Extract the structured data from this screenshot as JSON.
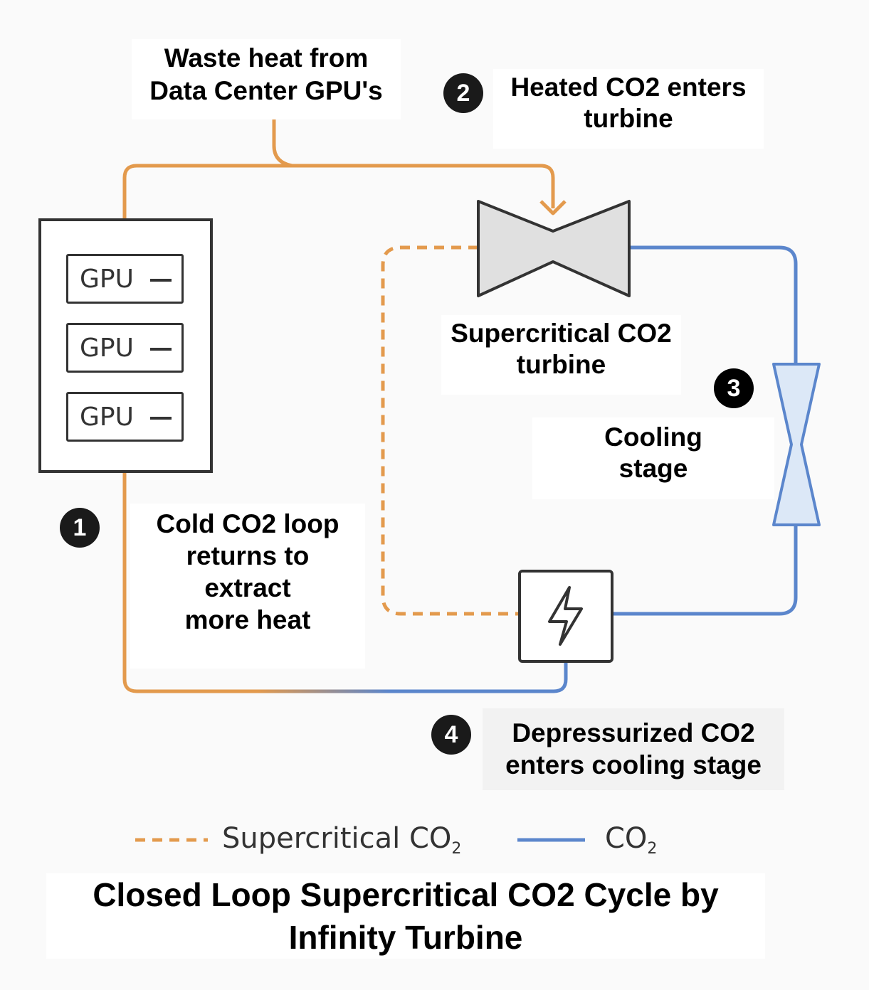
{
  "labels": {
    "waste_heat": [
      "Waste heat from",
      "Data Center GPU's"
    ],
    "heated_co2": [
      "Heated CO2 enters",
      "turbine"
    ],
    "turbine": [
      "Supercritical CO2",
      "turbine"
    ],
    "cooling": [
      "Cooling",
      "stage"
    ],
    "cold_loop": [
      "Cold CO2 loop",
      "returns to",
      "extract",
      "more heat"
    ],
    "depressurized": [
      "Depressurized CO2",
      "enters cooling stage"
    ]
  },
  "badges": [
    "1",
    "2",
    "3",
    "4"
  ],
  "gpus": [
    "GPU",
    "GPU",
    "GPU"
  ],
  "legend": {
    "supercritical": {
      "text": "Supercritical CO",
      "sub": "2",
      "color": "#e39a4d",
      "style": "dashed"
    },
    "co2": {
      "text": "CO",
      "sub": "2",
      "color": "#5b86cc",
      "style": "solid"
    }
  },
  "title": [
    "Closed Loop Supercritical CO2 Cycle by",
    "Infinity Turbine"
  ],
  "colors": {
    "hot_line": "#e39a4d",
    "cold_line": "#5b86cc",
    "cooler_fill": "#dce8f7",
    "turbine_fill": "#e0e0e0"
  },
  "icons": [
    "turbine-icon",
    "cooling-nozzle-icon",
    "lightning-bolt-icon",
    "gpu-rack"
  ]
}
